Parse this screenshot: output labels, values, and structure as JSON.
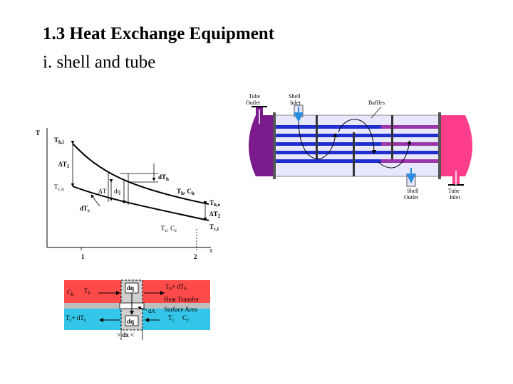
{
  "slide": {
    "title": "1.3 Heat Exchange Equipment",
    "subtitle": "i. shell and tube"
  },
  "temperature_plot": {
    "y_axis": "T",
    "x_axis": "x",
    "x_ticks": [
      "1",
      "2"
    ],
    "labels": {
      "th_in": "T",
      "th_in_sub": "h,i",
      "dt1": "ΔT",
      "dt1_sub": "1",
      "tc_out": "T",
      "tc_out_sub": "c,o",
      "dth": "dT",
      "dth_sub": "h",
      "dt": "ΔT",
      "dq": "dq",
      "th_ch": "T",
      "th_ch_sub": "h",
      "th_ch_c": ", C",
      "th_ch_c_sub": "h",
      "dtc": "dT",
      "dtc_sub": "c",
      "th_out": "T",
      "th_out_sub": "h,o",
      "dt2": "ΔT",
      "dt2_sub": "2",
      "tc_in": "T",
      "tc_in_sub": "c,i",
      "tc_cc": "T",
      "tc_cc_sub": "c",
      "tc_cc_c": ", C",
      "tc_cc_c_sub": "c"
    }
  },
  "exchanger": {
    "tube_outlet": [
      "Tube",
      "Outlet"
    ],
    "shell_inlet": [
      "Shell",
      "Inlet"
    ],
    "baffles": "Baffles",
    "shell_outlet": [
      "Shell",
      "Outlet"
    ],
    "tube_inlet": [
      "Tube",
      "Inlet"
    ],
    "colors": {
      "purple": "#7a1a8c",
      "pink": "#ff3d8a",
      "tube_blue": "#1f2fd0",
      "shell_fill": "#e7e7ff"
    }
  },
  "element": {
    "ch": "C",
    "ch_sub": "h",
    "th": "T",
    "th_sub": "h",
    "dq_top": "dq",
    "th_dth": "T",
    "th_dth_sub": "h",
    "th_dth_plus": "+ dT",
    "th_dth_plus_sub": "h",
    "da": "dA",
    "heat_transfer": "Heat Transfer",
    "surface_area": "Surface Area",
    "tc_dtc": "T",
    "tc_dtc_sub": "c",
    "tc_dtc_plus": "+ dT",
    "tc_dtc_plus_sub": "c",
    "dq_bottom": "dq",
    "tc": "T",
    "tc_sub": "c",
    "cc": "C",
    "cc_sub": "c",
    "dx": "dx",
    "colors": {
      "hot": "#ff4a4a",
      "cold": "#33c6e8"
    }
  }
}
